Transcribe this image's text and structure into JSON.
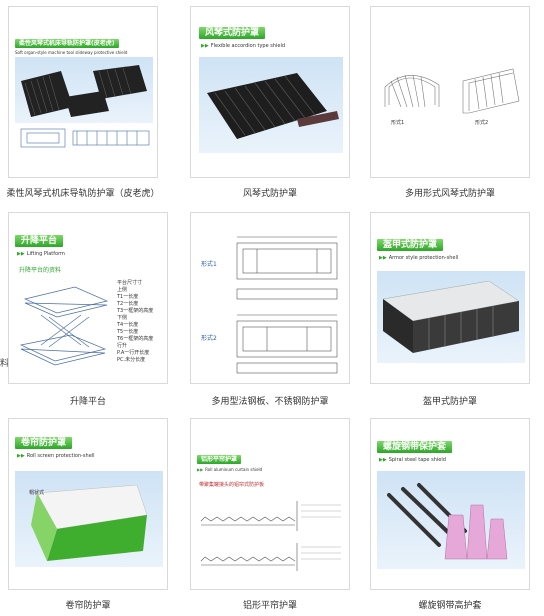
{
  "products": [
    {
      "caption": "柔性风琴式机床导轨防护罩（皮老虎）",
      "banner": "柔性风琴式机床导轨防护罩(皮老虎)",
      "banner_sub": "Soft organ-style machine tool slideway protective shield"
    },
    {
      "caption": "风琴式防护罩",
      "banner": "风琴式防护罩",
      "banner_sub": "Flexible accordion type shield"
    },
    {
      "caption": "多用形式风琴式防护罩",
      "labels": [
        "形式1",
        "形式2"
      ]
    },
    {
      "caption": "升降平台",
      "banner": "升降平台",
      "banner_sub": "Lifting Platform",
      "green_heading": "升降平台的资料",
      "spec_lines": [
        "平台尺寸寸",
        "上侧",
        "T1一长度",
        "T2一长度",
        "T3一框架的高度",
        "下侧",
        "T4一长度",
        "T5一长度",
        "T6一框架的高度",
        "行升",
        "P.A一行开长度",
        "PC.未分长度"
      ]
    },
    {
      "caption": "多用型法钢板、不锈钢防护罩",
      "labels": [
        "形式1",
        "形式2"
      ]
    },
    {
      "caption": "盔甲式防护罩",
      "banner": "盔甲式防护罩",
      "banner_sub": "Armor style protection-shell"
    },
    {
      "caption": "卷帘防护罩",
      "banner": "卷帘防护罩",
      "banner_sub": "Roll screen protection-shell",
      "inner_label": "帽状式"
    },
    {
      "caption": "铝形平帘护罩",
      "banner": "铝形平帘护罩",
      "banner_sub": "Roll aluminum curtain shield",
      "red_text": "带聚集罐接头的铝帘式防护板"
    },
    {
      "caption": "螺旋钢带高护套",
      "banner": "螺旋钢带保护套",
      "banner_sub": "Spiral steel tape shield"
    }
  ],
  "left_edge_fragment": "料",
  "colors": {
    "banner_green": "#2ea62a",
    "border": "#d9d9d9",
    "link_blue": "#2a5db0"
  }
}
